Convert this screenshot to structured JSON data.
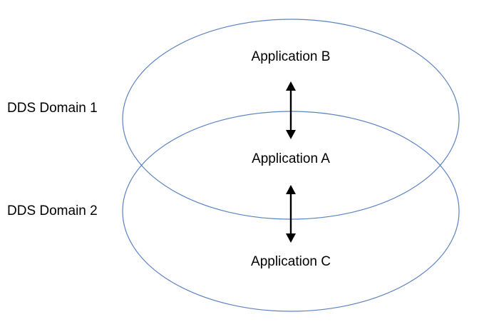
{
  "domains": [
    {
      "label": "DDS Domain 1"
    },
    {
      "label": "DDS Domain 2"
    }
  ],
  "applications": {
    "b": "Application B",
    "a": "Application A",
    "c": "Application C"
  },
  "colors": {
    "domain_outline": "#5b83c0",
    "arrow": "#000000",
    "text": "#000000",
    "background": "#ffffff"
  }
}
